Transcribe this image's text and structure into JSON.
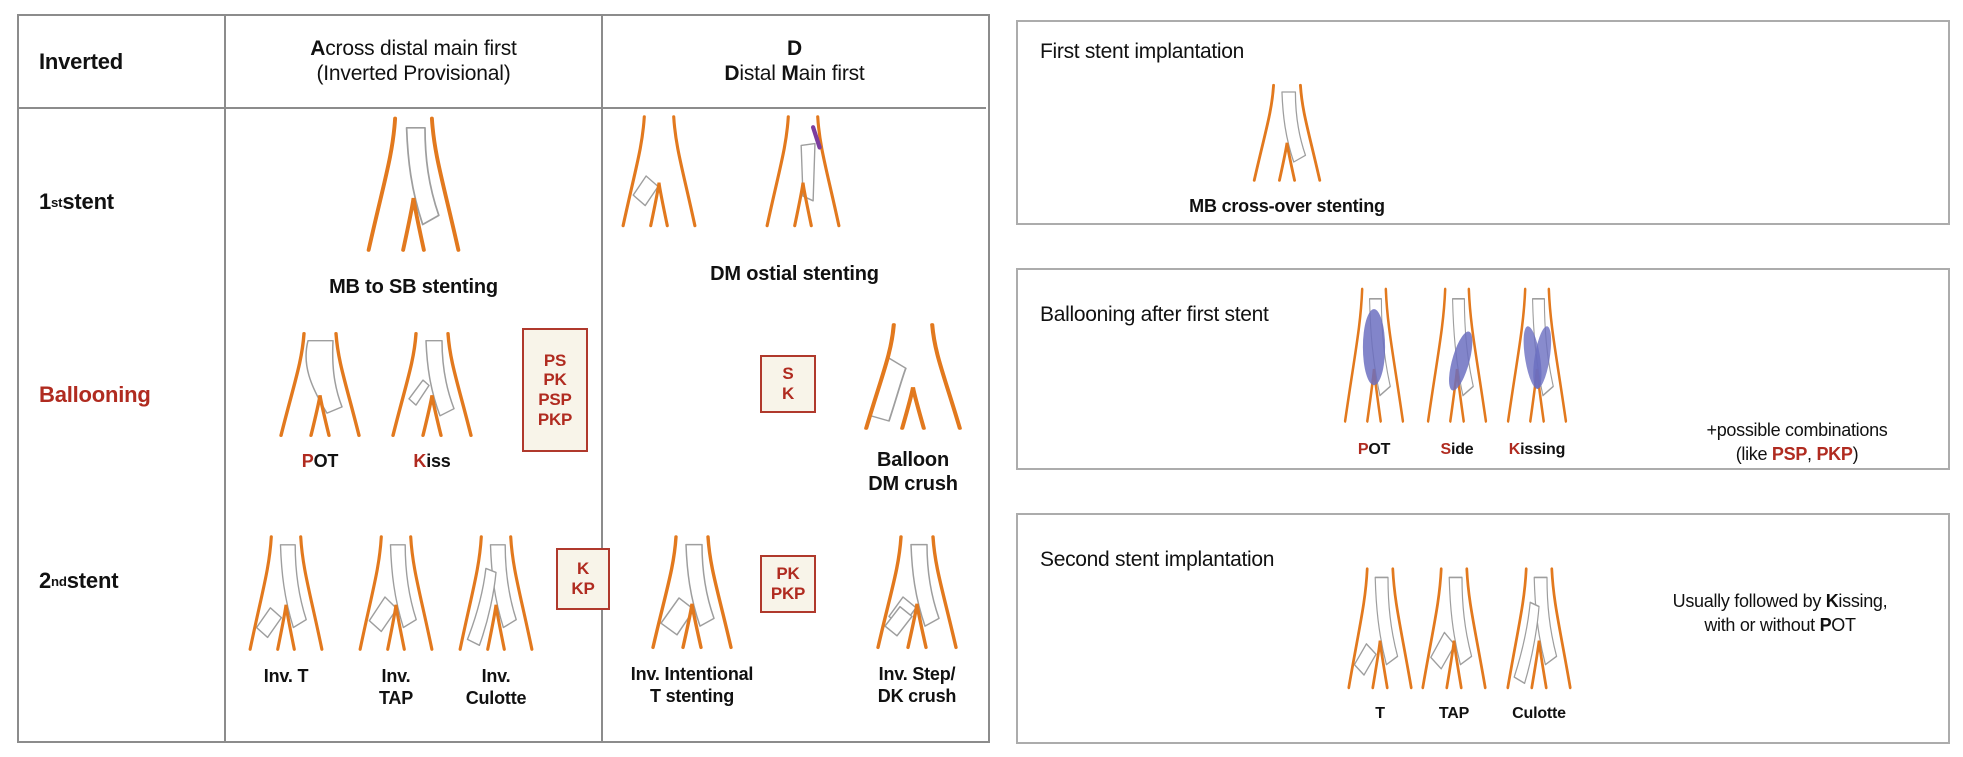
{
  "colors": {
    "vessel_orange": "#E2791E",
    "stent_gray": "#9E9E9E",
    "accent_red": "#B02B20",
    "box_background": "#F8F4E9",
    "box_border": "#B0392C",
    "balloon_blue": "#6A6EC0",
    "marker_purple": "#7C3D9E"
  },
  "table": {
    "header": {
      "col1": "Inverted",
      "col2_line1": [
        {
          "t": "A",
          "c": "b"
        },
        {
          "t": "cross distal main first"
        }
      ],
      "col2_line2": "(Inverted Provisional)",
      "col3_line1": [
        {
          "t": "D",
          "c": "b"
        }
      ],
      "col3_line2": [
        {
          "t": "D",
          "c": "b"
        },
        {
          "t": "istal "
        },
        {
          "t": "M",
          "c": "b"
        },
        {
          "t": "ain first"
        }
      ]
    },
    "row_labels": {
      "r1": [
        {
          "t": "1",
          "c": "b"
        },
        {
          "t": "st",
          "c": "b sup"
        },
        {
          "t": " stent",
          "c": "b"
        }
      ],
      "r2": [
        {
          "t": "Ballooning",
          "c": "rb"
        }
      ],
      "r3": [
        {
          "t": "2",
          "c": "b"
        },
        {
          "t": "nd",
          "c": "b sup"
        },
        {
          "t": " stent",
          "c": "b"
        }
      ]
    },
    "col2": {
      "row1": {
        "diagram": "mb-to-sb",
        "caption": "MB to SB stenting"
      },
      "row2": {
        "items": [
          {
            "diagram": "pot-stent",
            "label": [
              {
                "t": "P",
                "c": "rb"
              },
              {
                "t": "OT",
                "c": "b"
              }
            ]
          },
          {
            "diagram": "kiss-stent",
            "label": [
              {
                "t": "K",
                "c": "rb"
              },
              {
                "t": "iss"
              }
            ]
          }
        ],
        "box": [
          "PS",
          "PK",
          "PSP",
          "PKP"
        ]
      },
      "row3": {
        "items": [
          {
            "diagram": "inv-t",
            "label_lines": [
              "Inv. T"
            ]
          },
          {
            "diagram": "inv-tap",
            "label_lines": [
              "Inv.",
              "TAP"
            ]
          },
          {
            "diagram": "inv-culotte",
            "label_lines": [
              "Inv.",
              "Culotte"
            ]
          }
        ],
        "box": [
          "K",
          "KP"
        ]
      }
    },
    "col3": {
      "row1": {
        "diagrams": [
          "dm-ostial-ostium",
          "dm-ostial-marker"
        ],
        "caption": "DM ostial stenting"
      },
      "row2": {
        "box": [
          "S",
          "K"
        ],
        "diagram": "balloon-dm-crush",
        "caption_lines": [
          "Balloon",
          "DM crush"
        ]
      },
      "row3": {
        "item1": {
          "diagram": "intentional-t",
          "label_lines": [
            "Inv. Intentional",
            "T stenting"
          ]
        },
        "box": [
          "PK",
          "PKP"
        ],
        "item2": {
          "diagram": "step-dk-crush",
          "label_lines": [
            "Inv. Step/",
            "DK crush"
          ]
        }
      }
    }
  },
  "panels": {
    "p1": {
      "title": "First stent implantation",
      "diagram": "crossover",
      "caption": "MB cross-over stenting"
    },
    "p2": {
      "title": "Ballooning after first stent",
      "items": [
        {
          "diagram": "pot-balloon",
          "label": [
            {
              "t": "P",
              "c": "rb"
            },
            {
              "t": "OT",
              "c": "b"
            }
          ]
        },
        {
          "diagram": "side-balloon",
          "label": [
            {
              "t": "S",
              "c": "rb"
            },
            {
              "t": "ide",
              "c": "b"
            }
          ]
        },
        {
          "diagram": "kissing-balloon",
          "label": [
            {
              "t": "K",
              "c": "rb"
            },
            {
              "t": "issing",
              "c": "b"
            }
          ]
        }
      ],
      "note_line1": "+possible combinations",
      "note_line2": [
        {
          "t": "(like "
        },
        {
          "t": "PSP",
          "c": "rb"
        },
        {
          "t": ", "
        },
        {
          "t": "PKP",
          "c": "rb"
        },
        {
          "t": ")"
        }
      ]
    },
    "p3": {
      "title": "Second stent implantation",
      "items": [
        {
          "diagram": "t",
          "label": "T"
        },
        {
          "diagram": "tap",
          "label": "TAP"
        },
        {
          "diagram": "culotte",
          "label": "Culotte"
        }
      ],
      "note_line1": [
        {
          "t": "Usually followed by "
        },
        {
          "t": "K",
          "c": "b"
        },
        {
          "t": "issing,"
        }
      ],
      "note_line2": [
        {
          "t": "with or without "
        },
        {
          "t": "P",
          "c": "b"
        },
        {
          "t": "OT"
        }
      ]
    }
  }
}
